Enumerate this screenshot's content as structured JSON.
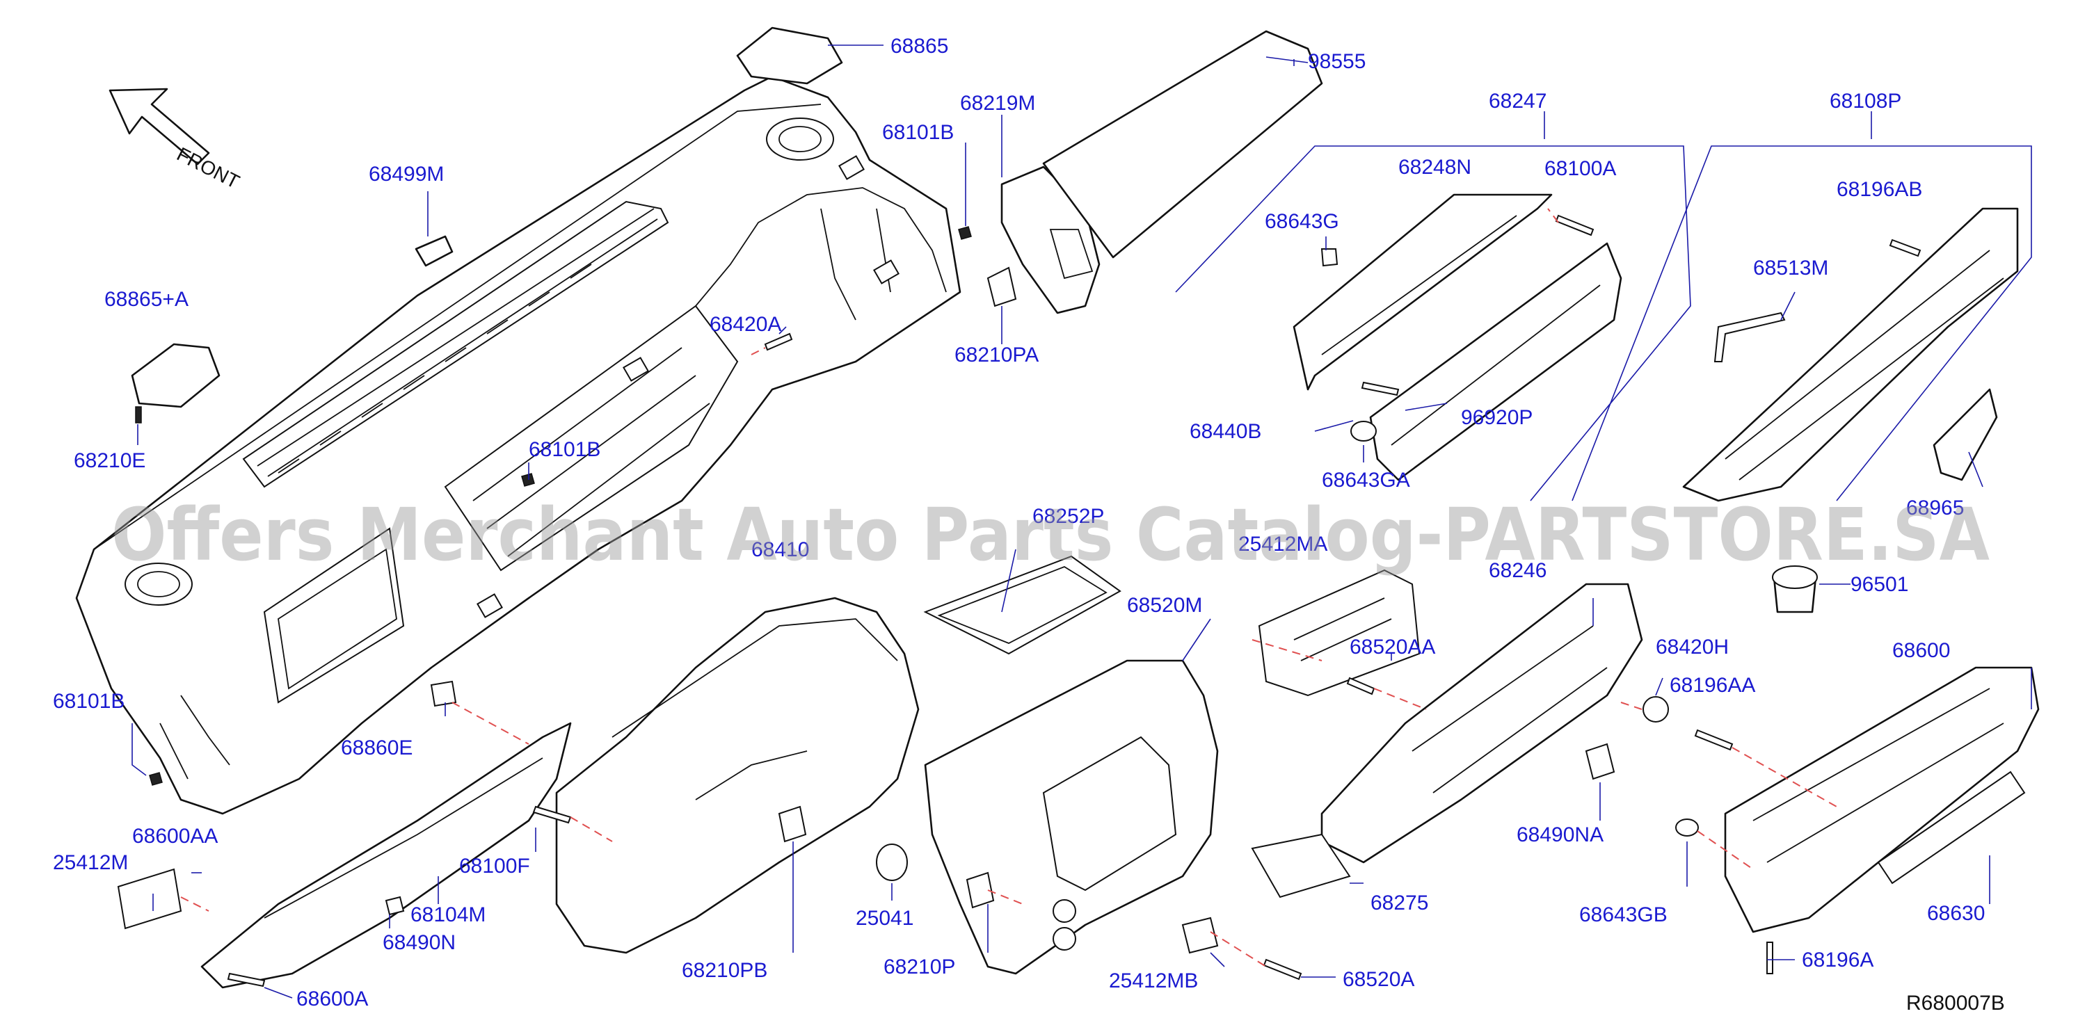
{
  "front_label": "FRONT",
  "reference_code": "R680007B",
  "watermark": "Offers Merchant Auto Parts Catalog-PARTSTORE.SA",
  "colors": {
    "label": "#1a1ad0",
    "leader": "#1a1aa8",
    "dash": "#e05050",
    "line": "#111111",
    "watermark": "#9a9a9a"
  },
  "callouts": {
    "c68865": "68865",
    "c98555": "98555",
    "c68219M": "68219M",
    "c68101B_top": "68101B",
    "c68499M": "68499M",
    "c68865A": "68865+A",
    "c68210E": "68210E",
    "c68420A": "68420A",
    "c68210PA": "68210PA",
    "c68101B_mid": "68101B",
    "c68247": "68247",
    "c68248N": "68248N",
    "c68100A": "68100A",
    "c68643G": "68643G",
    "c68440B": "68440B",
    "c96920P": "96920P",
    "c68643GA": "68643GA",
    "c68108P": "68108P",
    "c68196AB": "68196AB",
    "c68513M": "68513M",
    "c68965": "68965",
    "c68252P": "68252P",
    "c68410": "68410",
    "c25412MA": "25412MA",
    "c68520M": "68520M",
    "c68246": "68246",
    "c68520AA": "68520AA",
    "c68420H": "68420H",
    "c68196AA": "68196AA",
    "c96501": "96501",
    "c68600": "68600",
    "c68101B_low": "68101B",
    "c68860E": "68860E",
    "c25412M": "25412M",
    "c68600AA": "68600AA",
    "c68100F": "68100F",
    "c68104M": "68104M",
    "c68490N": "68490N",
    "c68600A": "68600A",
    "c25041": "25041",
    "c68210PB": "68210PB",
    "c68210P": "68210P",
    "c25412MB": "25412MB",
    "c68520A": "68520A",
    "c68275": "68275",
    "c68490NA": "68490NA",
    "c68643GB": "68643GB",
    "c68630": "68630",
    "c68196A": "68196A"
  }
}
